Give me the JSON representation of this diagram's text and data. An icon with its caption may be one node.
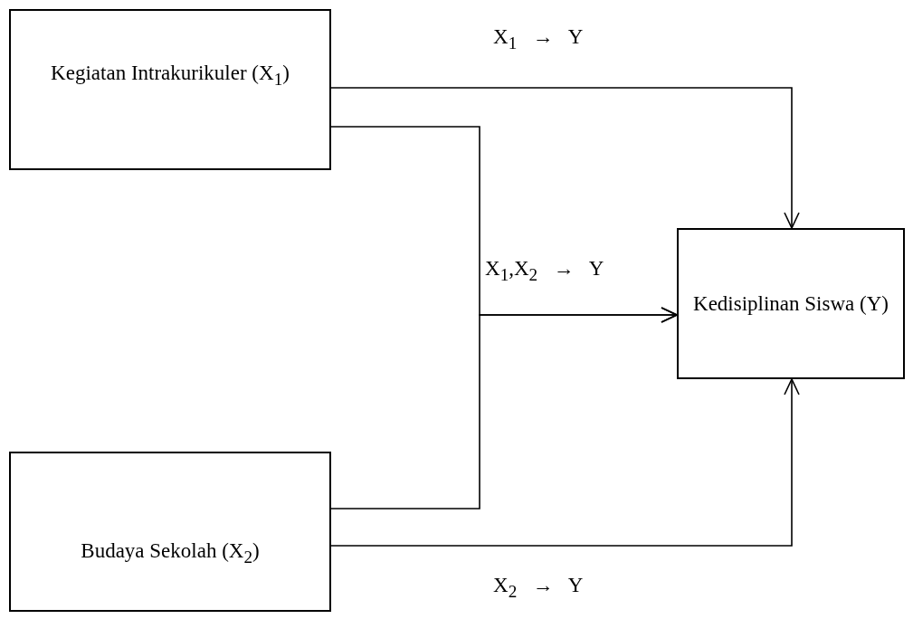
{
  "diagram": {
    "nodes": [
      {
        "text": [
          "Kegiatan Intrakurikuler (X$_{1}$)"
        ]
      },
      {
        "text": [
          "Budaya Sekolah (X$_{2}$)"
        ]
      },
      {
        "text": [
          "Kedisiplinan Siswa (Y)"
        ]
      }
    ],
    "edges": [
      {
        "from": 0,
        "to": 2,
        "arrow": "to"
      },
      {
        "from": 1,
        "to": 2,
        "arrow": "to"
      },
      {
        "from": 0,
        "to": 2,
        "arrow": "to"
      },
      {
        "from": 1,
        "to": 2,
        "arrow": "to"
      }
    ],
    "labels": [
      "X$_{1}$ → Y",
      "X$_{1}$,X$_{2}$ → Y",
      "X$_{2}$ → Y"
    ]
  }
}
